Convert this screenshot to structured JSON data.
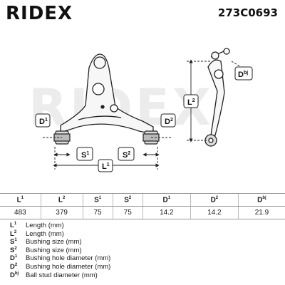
{
  "header": {
    "brand": "RIDEX",
    "part_number": "273C0693"
  },
  "drawing": {
    "watermark": "RIDEX",
    "callouts": {
      "d1": {
        "base": "D",
        "sup": "1"
      },
      "d2": {
        "base": "D",
        "sup": "2"
      },
      "s1": {
        "base": "S",
        "sup": "1"
      },
      "s2": {
        "base": "S",
        "sup": "2"
      },
      "l1": {
        "base": "L",
        "sup": "1"
      },
      "l2": {
        "base": "L",
        "sup": "2"
      },
      "dbj": {
        "base": "D",
        "sup": "bj"
      }
    }
  },
  "table": {
    "headers": [
      {
        "base": "L",
        "sup": "1"
      },
      {
        "base": "L",
        "sup": "2"
      },
      {
        "base": "S",
        "sup": "1"
      },
      {
        "base": "S",
        "sup": "2"
      },
      {
        "base": "D",
        "sup": "1"
      },
      {
        "base": "D",
        "sup": "2"
      },
      {
        "base": "D",
        "sup": "bj"
      }
    ],
    "values": [
      "483",
      "379",
      "75",
      "75",
      "14.2",
      "14.2",
      "21.9"
    ]
  },
  "legend": [
    {
      "base": "L",
      "sup": "1",
      "text": "Length (mm)"
    },
    {
      "base": "L",
      "sup": "2",
      "text": "Length (mm)"
    },
    {
      "base": "S",
      "sup": "1",
      "text": "Bushing size (mm)"
    },
    {
      "base": "S",
      "sup": "2",
      "text": "Bushing size (mm)"
    },
    {
      "base": "D",
      "sup": "1",
      "text": "Bushing hole diameter (mm)"
    },
    {
      "base": "D",
      "sup": "2",
      "text": "Bushing hole diameter (mm)"
    },
    {
      "base": "D",
      "sup": "bj",
      "text": "Ball stud diameter (mm)"
    }
  ]
}
